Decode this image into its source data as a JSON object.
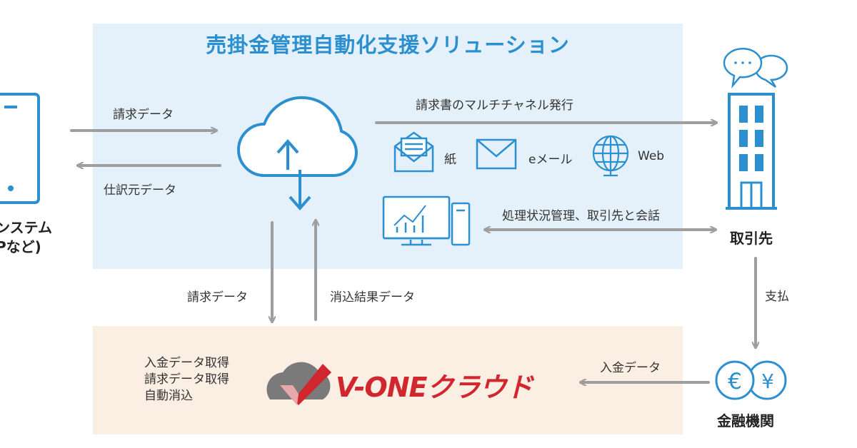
{
  "title": "売掛金管理自動化支援ソリューション",
  "left_system": {
    "line1": "ンステム",
    "line2": "Pなど)"
  },
  "labels": {
    "invoice_data_in": "請求データ",
    "journal_data": "仕訳元データ",
    "multichannel": "請求書のマルチチャネル発行",
    "paper": "紙",
    "email": "eメール",
    "web": "Web",
    "status_mgmt": "処理状況管理、取引先と会話",
    "invoice_data_down": "請求データ",
    "reconcile_data": "消込結果データ",
    "payment": "支払",
    "deposit_data": "入金データ"
  },
  "nodes": {
    "partner": "取引先",
    "bank": "金融機関"
  },
  "vone": {
    "features": [
      "入金データ取得",
      "請求データ取得",
      "自動消込"
    ],
    "logo_main": "V-ONE",
    "logo_sub": "クラウド"
  },
  "bank_symbols": {
    "euro": "€",
    "yen": "¥"
  },
  "colors": {
    "blue": "#2b8fd0",
    "arrow": "#9e9e9e",
    "red": "#d0262e",
    "panel_blue": "#e5f1fa",
    "panel_beige": "#fbefe3"
  }
}
